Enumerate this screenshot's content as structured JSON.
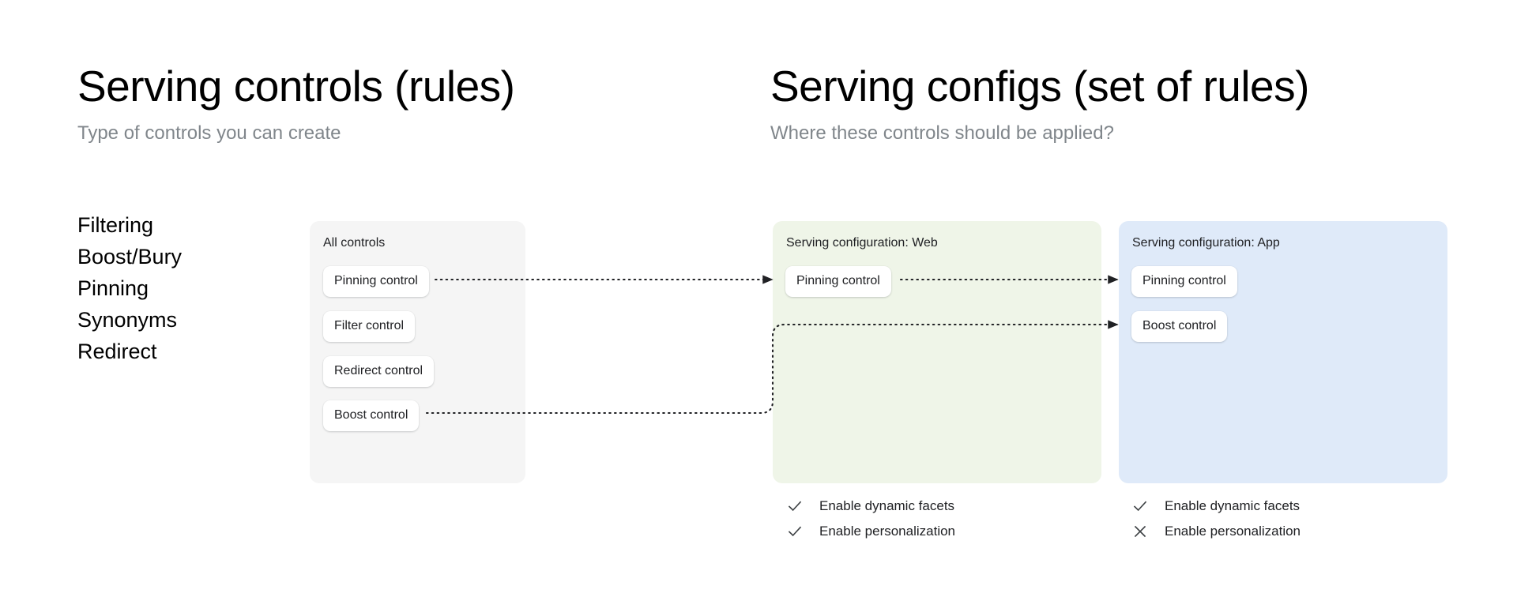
{
  "left_column": {
    "title": "Serving controls (rules)",
    "subtitle": "Type of controls you can create",
    "control_types": [
      {
        "label": "Filtering"
      },
      {
        "label": "Boost/Bury"
      },
      {
        "label": "Pinning"
      },
      {
        "label": "Synonyms"
      },
      {
        "label": "Redirect"
      }
    ],
    "all_controls_card": {
      "title": "All controls",
      "chips": [
        {
          "label": "Pinning control"
        },
        {
          "label": "Filter control"
        },
        {
          "label": "Redirect control"
        },
        {
          "label": "Boost control"
        }
      ]
    }
  },
  "right_column": {
    "title": "Serving configs (set of rules)",
    "subtitle": "Where these controls should be applied?",
    "configs": [
      {
        "title": "Serving configuration: Web",
        "accent": "#eff5e8",
        "chips": [
          {
            "label": "Pinning control"
          }
        ],
        "features": [
          {
            "label": "Enable dynamic facets",
            "icon": "check-icon",
            "enabled": true
          },
          {
            "label": "Enable personalization",
            "icon": "check-icon",
            "enabled": true
          }
        ]
      },
      {
        "title": "Serving configuration: App",
        "accent": "#dfeaf9",
        "chips": [
          {
            "label": "Pinning control"
          },
          {
            "label": "Boost control"
          }
        ],
        "features": [
          {
            "label": "Enable dynamic facets",
            "icon": "check-icon",
            "enabled": true
          },
          {
            "label": "Enable personalization",
            "icon": "close-icon",
            "enabled": false
          }
        ]
      }
    ]
  },
  "colors": {
    "card_neutral": "#f5f5f5",
    "card_web": "#eff5e8",
    "card_app": "#dfeaf9",
    "text_primary": "#202124",
    "text_muted": "#80868b",
    "arrow": "#202124"
  }
}
